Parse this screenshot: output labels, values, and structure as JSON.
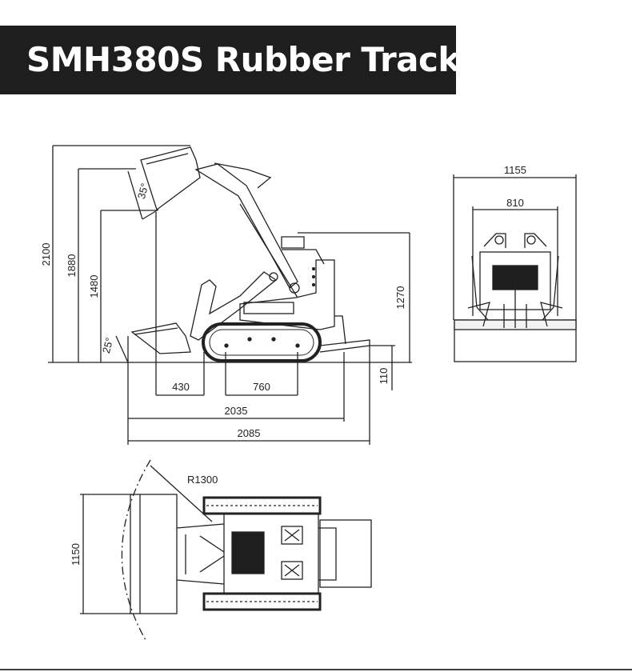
{
  "title": "SMH380S Rubber Track",
  "colors": {
    "title_bg": "#1e1e1e",
    "title_fg": "#ffffff",
    "line": "#222222"
  },
  "side_view": {
    "heights": {
      "max_height": "2100",
      "pin_height": "1880",
      "dump_height": "1480",
      "machine_height": "1270",
      "ground_clearance": "110"
    },
    "angles": {
      "dump_angle": "35°",
      "rollback_angle": "25°"
    },
    "lengths": {
      "front_overhang": "430",
      "track_center": "760",
      "length_no_bucket": "2035",
      "length_total": "2085"
    }
  },
  "front_view": {
    "overall_width": "1155",
    "track_width": "810"
  },
  "top_view": {
    "turning_radius": "R1300",
    "bucket_width": "1150"
  }
}
